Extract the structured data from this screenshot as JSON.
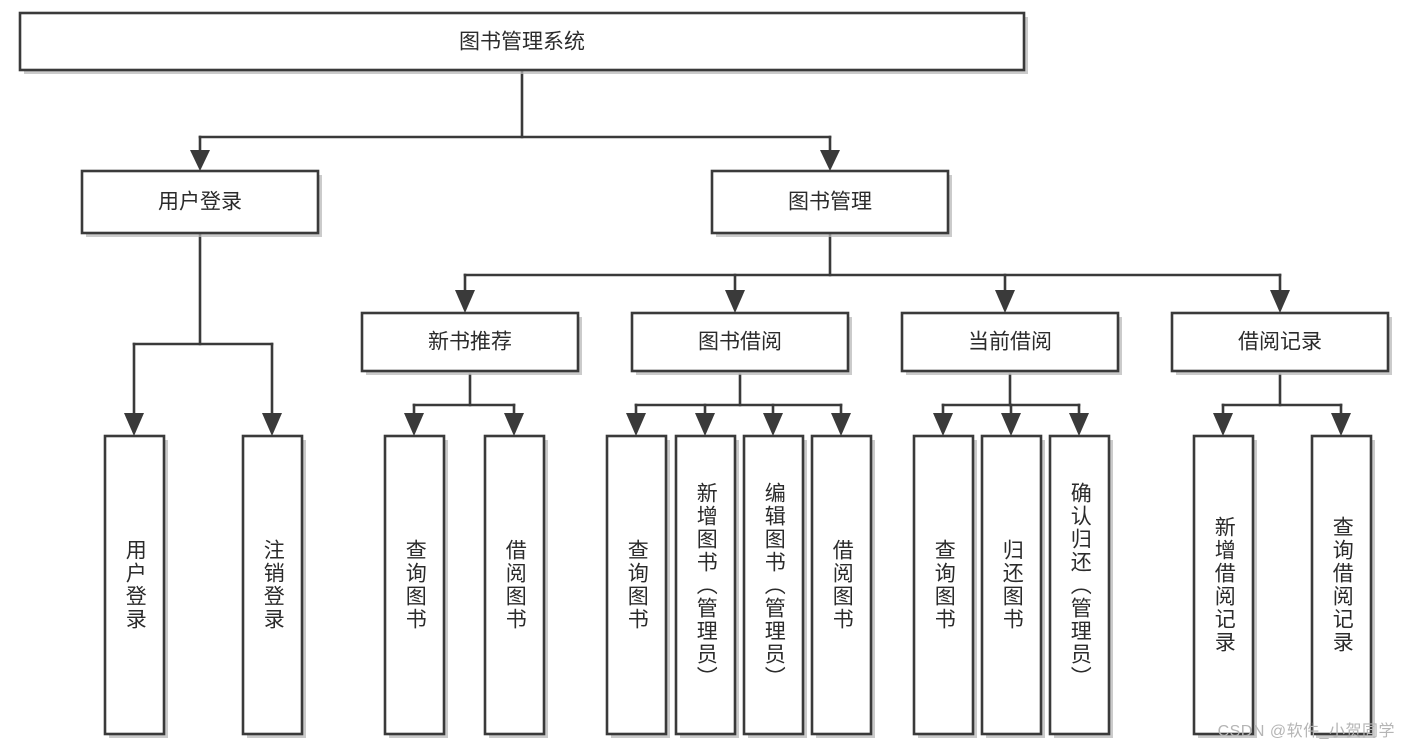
{
  "diagram": {
    "title_node": {
      "label": "图书管理系统"
    },
    "level2": [
      {
        "id": "user-login",
        "label": "用户登录"
      },
      {
        "id": "book-manage",
        "label": "图书管理"
      }
    ],
    "level3": [
      {
        "id": "new-book-recommend",
        "label": "新书推荐"
      },
      {
        "id": "book-borrow",
        "label": "图书借阅"
      },
      {
        "id": "current-borrow",
        "label": "当前借阅"
      },
      {
        "id": "borrow-record",
        "label": "借阅记录"
      }
    ],
    "leaves": {
      "user_login": [
        {
          "id": "leaf-user-login",
          "label": "用户登录"
        },
        {
          "id": "leaf-logout-login",
          "label": "注销登录"
        }
      ],
      "new_book_recommend": [
        {
          "id": "leaf-query-book-1",
          "label": "查询图书"
        },
        {
          "id": "leaf-borrow-book-1",
          "label": "借阅图书"
        }
      ],
      "book_borrow": [
        {
          "id": "leaf-query-book-2",
          "label": "查询图书"
        },
        {
          "id": "leaf-add-book",
          "label": "新增图书（管理员）"
        },
        {
          "id": "leaf-edit-book",
          "label": "编辑图书（管理员）"
        },
        {
          "id": "leaf-borrow-book-2",
          "label": "借阅图书"
        }
      ],
      "current_borrow": [
        {
          "id": "leaf-query-book-3",
          "label": "查询图书"
        },
        {
          "id": "leaf-return-book",
          "label": "归还图书"
        },
        {
          "id": "leaf-confirm-return",
          "label": "确认归还（管理员）"
        }
      ],
      "borrow_record": [
        {
          "id": "leaf-add-record",
          "label": "新增借阅记录"
        },
        {
          "id": "leaf-query-record",
          "label": "查询借阅记录"
        }
      ]
    }
  },
  "watermark": {
    "text": "CSDN @软件_小贺同学"
  },
  "colors": {
    "box_stroke": "#3a3a3a",
    "box_fill": "#ffffff",
    "text": "#2b2b2b",
    "connector": "#3a3a3a",
    "background": "#ffffff",
    "watermark": "#b5b5b5"
  }
}
